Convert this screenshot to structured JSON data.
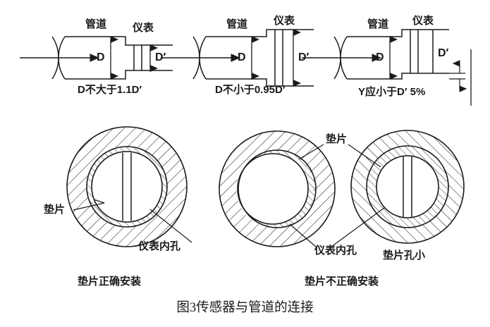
{
  "figure": {
    "title": "图3传感器与管道的连接",
    "background": "#ffffff",
    "line_color": "#1a1a1a"
  },
  "top_row": {
    "common_labels": {
      "pipe": "管道",
      "instrument": "仪表",
      "d": "D",
      "d_prime": "D′"
    },
    "diagrams": [
      {
        "id": "pipe-larger-than-bore",
        "pipe_label": "管道",
        "instrument_label": "仪表",
        "dim_pipe": "D",
        "dim_bore": "D′",
        "caption": "D不大于1.1D′"
      },
      {
        "id": "pipe-smaller-than-bore",
        "pipe_label": "管道",
        "instrument_label": "仪表",
        "dim_pipe": "D",
        "dim_bore": "D′",
        "caption": "D不小于0.95D′"
      },
      {
        "id": "pipe-offset-misalignment",
        "pipe_label": "管道",
        "instrument_label": "仪表",
        "dim_pipe": "D",
        "dim_bore": "D′",
        "caption": "Y应小于D′ 5%"
      }
    ]
  },
  "bottom_row": {
    "diagrams": [
      {
        "id": "gasket-correct",
        "caption": "垫片正确安装",
        "callouts": [
          {
            "name": "gasket",
            "text": "垫片"
          },
          {
            "name": "instrument-bore",
            "text": "仪表内孔"
          }
        ]
      },
      {
        "id": "gasket-offset",
        "caption": "垫片不正确安装",
        "callouts": [
          {
            "name": "gasket",
            "text": "垫片"
          },
          {
            "name": "instrument-bore",
            "text": "仪表内孔"
          }
        ]
      },
      {
        "id": "gasket-hole-too-small",
        "caption": "垫片孔小",
        "callouts": []
      }
    ]
  }
}
